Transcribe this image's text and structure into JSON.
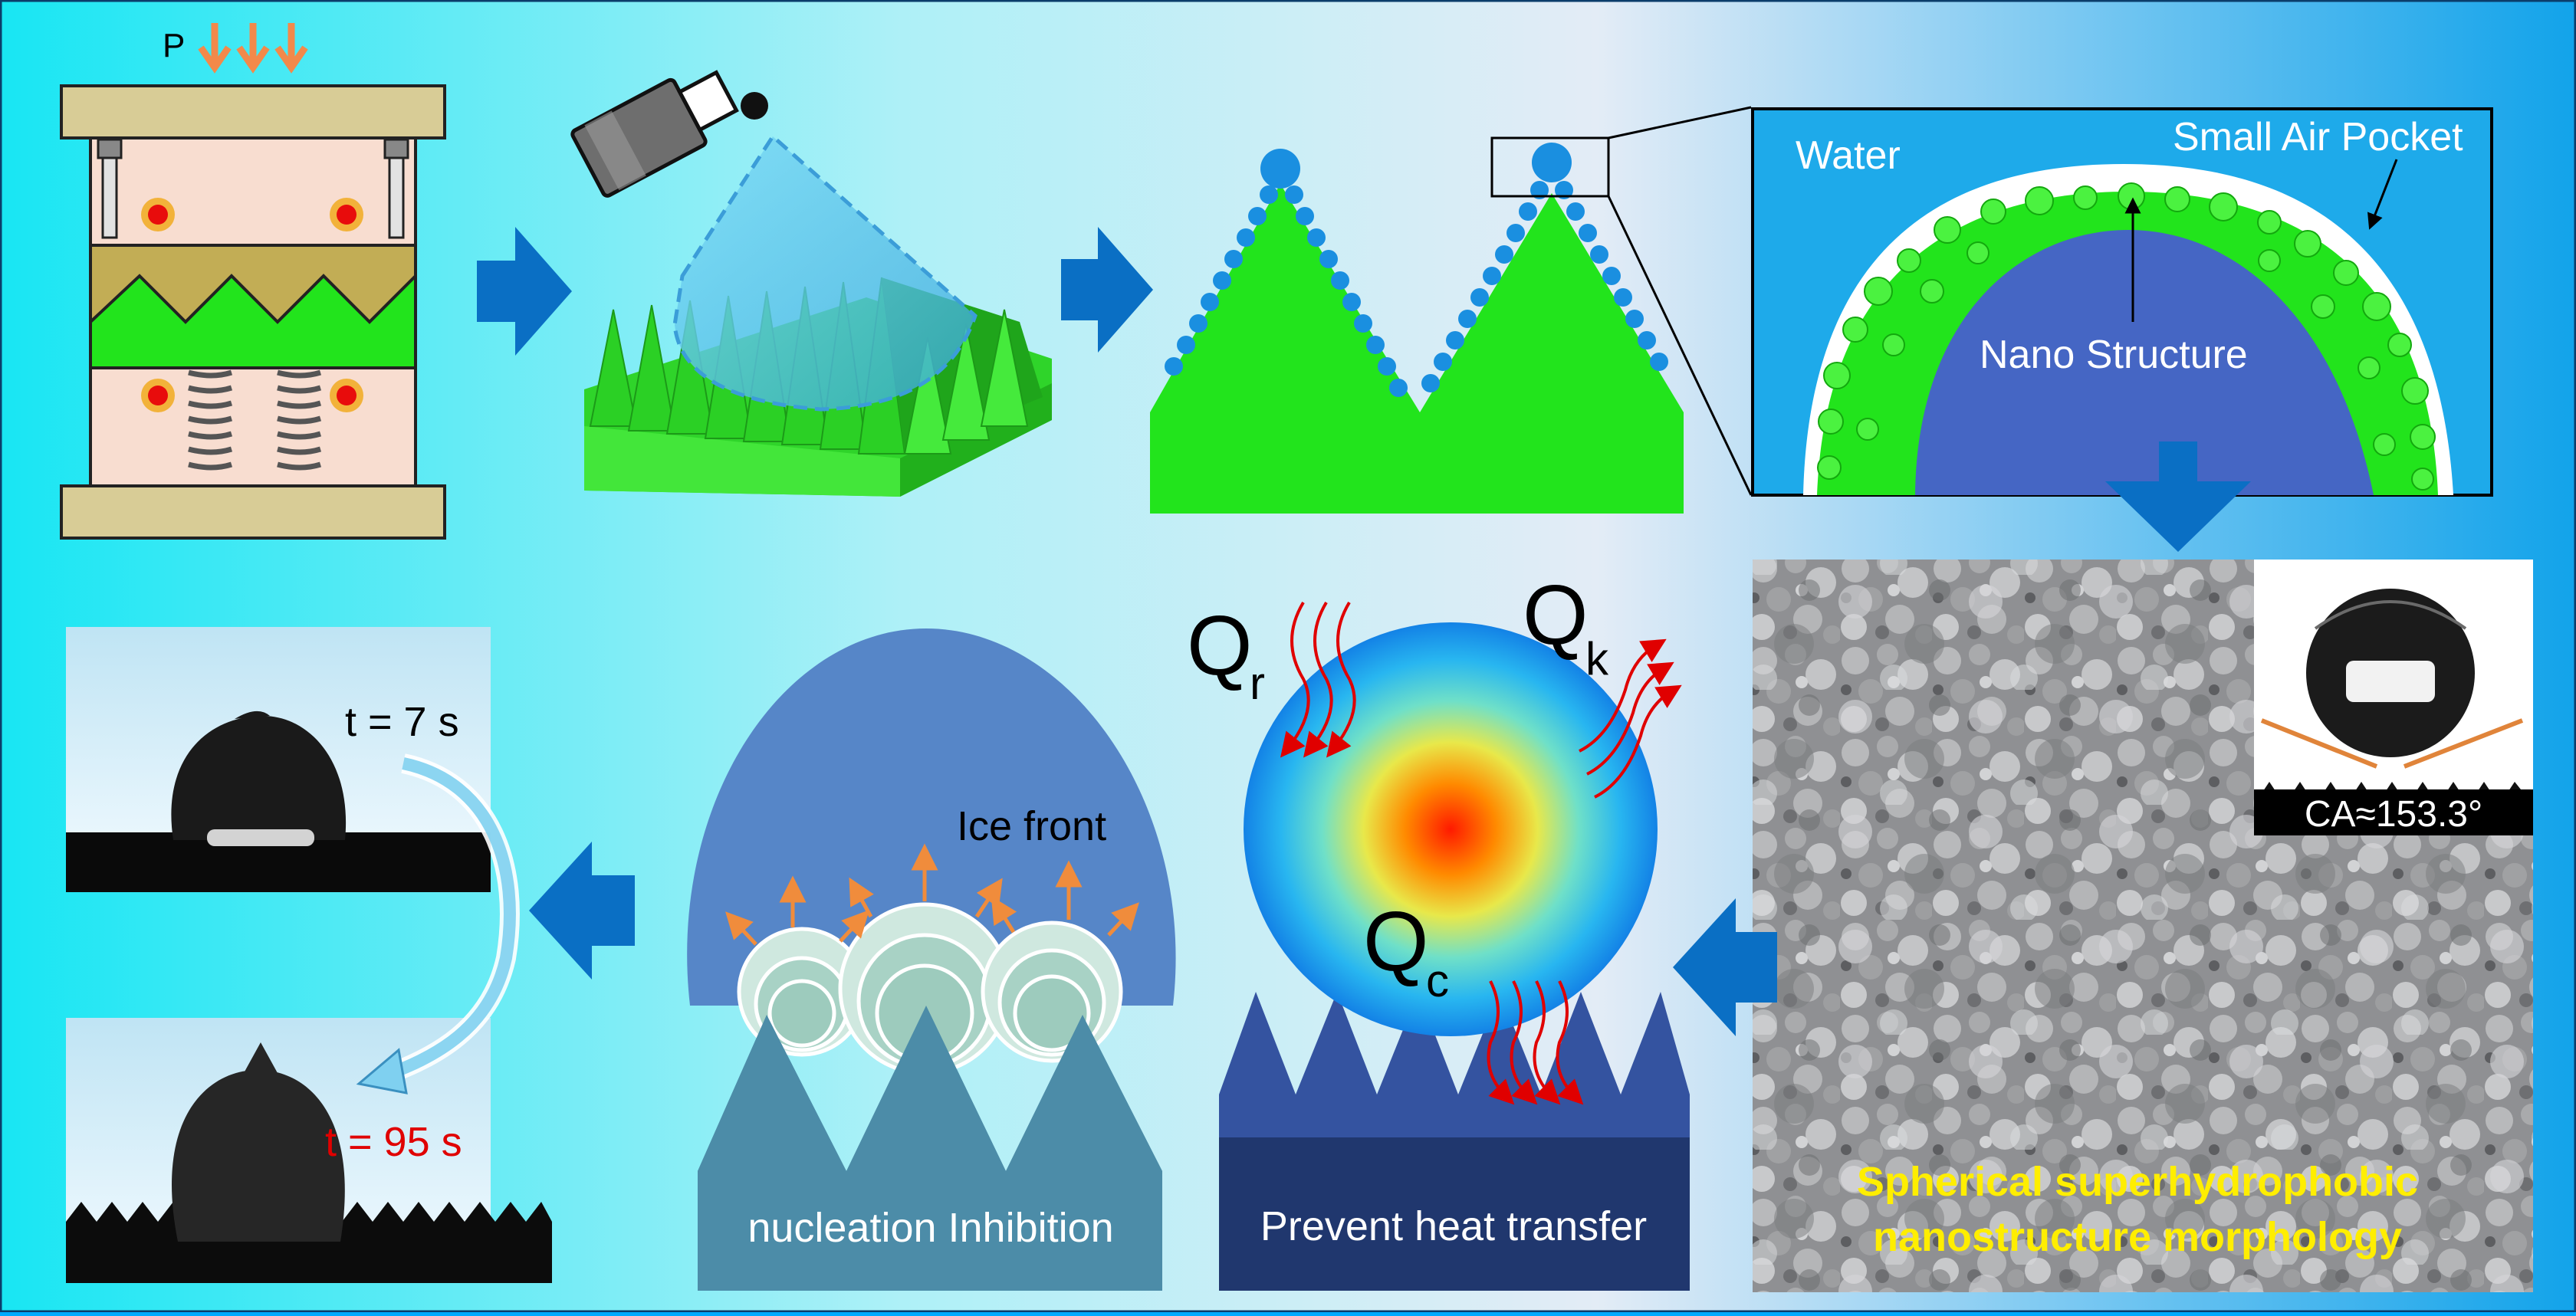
{
  "press": {
    "pressure_label": "P"
  },
  "inset": {
    "water": "Water",
    "air_pocket": "Small Air Pocket",
    "nano": "Nano Structure"
  },
  "sem": {
    "contact_angle": "CA≈153.3°",
    "caption_line1": "Spherical superhydrophobic",
    "caption_line2": "nanostructure morphology"
  },
  "heat": {
    "qr_main": "Q",
    "qr_sub": "r",
    "qk_main": "Q",
    "qk_sub": "k",
    "qc_main": "Q",
    "qc_sub": "c",
    "caption": "Prevent heat transfer"
  },
  "ice": {
    "front": "Ice front",
    "caption": "nucleation Inhibition"
  },
  "freeze": {
    "t1": "t = 7 s",
    "t2": "t = 95 s"
  },
  "colors": {
    "arrow": "#0a6fc4",
    "green": "#22e41c",
    "accent_red": "#e00000",
    "caption_yellow": "#ffee00"
  }
}
